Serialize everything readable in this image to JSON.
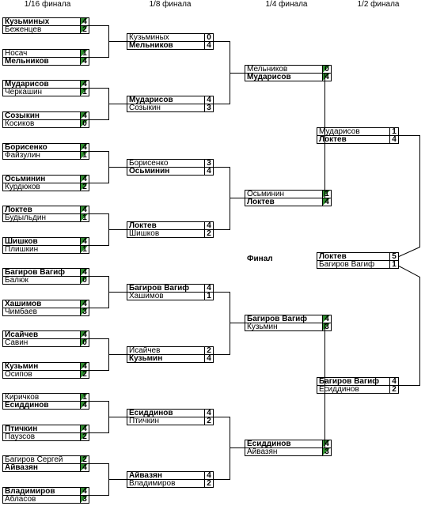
{
  "titles": [
    "1/16 финала",
    "1/8 финала",
    "1/4 финала",
    "1/2 финала"
  ],
  "final_label": "Финал",
  "r16": [
    [
      [
        "Кузьминых",
        "4",
        true
      ],
      [
        "Беженцев",
        "2",
        false
      ]
    ],
    [
      [
        "Носач",
        "1",
        false
      ],
      [
        "Мельников",
        "4",
        true
      ]
    ],
    [
      [
        "Мударисов",
        "4",
        true
      ],
      [
        "Черкашин",
        "1",
        false
      ]
    ],
    [
      [
        "Созыкин",
        "4",
        true
      ],
      [
        "Косиков",
        "0",
        false
      ]
    ],
    [
      [
        "Борисенко",
        "4",
        true
      ],
      [
        "Файзулин",
        "1",
        false
      ]
    ],
    [
      [
        "Осьминин",
        "4",
        true
      ],
      [
        "Курдюков",
        "2",
        false
      ]
    ],
    [
      [
        "Локтев",
        "4",
        true
      ],
      [
        "Будыльдин",
        "1",
        false
      ]
    ],
    [
      [
        "Шишков",
        "4",
        true
      ],
      [
        "Плишкин",
        "1",
        false
      ]
    ],
    [
      [
        "Багиров Вагиф",
        "4",
        true
      ],
      [
        "Балюк",
        "0",
        false
      ]
    ],
    [
      [
        "Хашимов",
        "4",
        true
      ],
      [
        "Чимбаев",
        "3",
        false
      ]
    ],
    [
      [
        "Исайчев",
        "4",
        true
      ],
      [
        "Савин",
        "0",
        false
      ]
    ],
    [
      [
        "Кузьмин",
        "4",
        true
      ],
      [
        "Осипов",
        "2",
        false
      ]
    ],
    [
      [
        "Киричков",
        "1",
        false
      ],
      [
        "Есиддинов",
        "4",
        true
      ]
    ],
    [
      [
        "Птичкин",
        "4",
        true
      ],
      [
        "Паузсов",
        "2",
        false
      ]
    ],
    [
      [
        "Багиров Сергей",
        "2",
        false
      ],
      [
        "Айвазян",
        "4",
        true
      ]
    ],
    [
      [
        "Владимиров",
        "4",
        true
      ],
      [
        "Абласов",
        "3",
        false
      ]
    ]
  ],
  "r8": [
    [
      [
        "Кузьминых",
        "0",
        false
      ],
      [
        "Мельников",
        "4",
        true
      ]
    ],
    [
      [
        "Мударисов",
        "4",
        true
      ],
      [
        "Созыкин",
        "3",
        false
      ]
    ],
    [
      [
        "Борисенко",
        "3",
        false
      ],
      [
        "Осьминин",
        "4",
        true
      ]
    ],
    [
      [
        "Локтев",
        "4",
        true
      ],
      [
        "Шишков",
        "2",
        false
      ]
    ],
    [
      [
        "Багиров Вагиф",
        "4",
        true
      ],
      [
        "Хашимов",
        "1",
        false
      ]
    ],
    [
      [
        "Исайчев",
        "2",
        false
      ],
      [
        "Кузьмин",
        "4",
        true
      ]
    ],
    [
      [
        "Есиддинов",
        "4",
        true
      ],
      [
        "Птичкин",
        "2",
        false
      ]
    ],
    [
      [
        "Айвазян",
        "4",
        true
      ],
      [
        "Владимиров",
        "2",
        false
      ]
    ]
  ],
  "r4": [
    [
      [
        "Мельников",
        "0",
        false
      ],
      [
        "Мударисов",
        "4",
        true
      ]
    ],
    [
      [
        "Осьминин",
        "1",
        false
      ],
      [
        "Локтев",
        "4",
        true
      ]
    ],
    [
      [
        "Багиров Вагиф",
        "4",
        true
      ],
      [
        "Кузьмин",
        "3",
        false
      ]
    ],
    [
      [
        "Есиддинов",
        "4",
        true
      ],
      [
        "Айвазян",
        "3",
        false
      ]
    ]
  ],
  "r2": [
    [
      [
        "Мударисов",
        "1",
        false
      ],
      [
        "Локтев",
        "4",
        true
      ]
    ],
    [
      [
        "Багиров Вагиф",
        "4",
        true
      ],
      [
        "Есиддинов",
        "2",
        false
      ]
    ]
  ],
  "final": [
    [
      "Локтев",
      "5",
      true
    ],
    [
      "Багиров Вагиф",
      "1",
      false
    ]
  ]
}
